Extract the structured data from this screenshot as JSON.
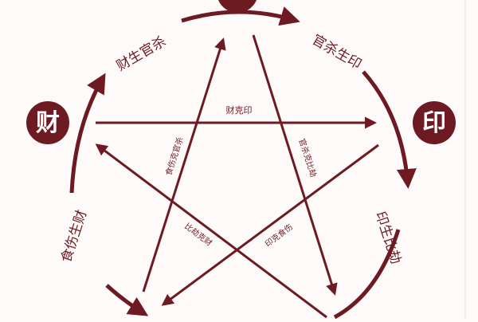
{
  "colors": {
    "maroon": "#6e1a22",
    "background": "#fdfaf9",
    "frame": "#eeeeee"
  },
  "nodes": {
    "cai": "财",
    "yin": "印"
  },
  "cycle_labels": {
    "cai_sheng_guan_sha": "财生官杀",
    "guan_sha_sheng_yin": "官杀生印",
    "yin_sheng_bi_jie": "印生比劫",
    "shi_shang_sheng_cai": "食伤生财"
  },
  "control_labels": {
    "cai_ke_yin": "财克印",
    "guan_sha_ke_bi_jie": "官杀克比劫",
    "shi_shang_ke_guan_sha": "食伤克官杀",
    "bi_jie_ke_cai": "比劫克财",
    "yin_ke_shi_shang": "印克食伤"
  }
}
